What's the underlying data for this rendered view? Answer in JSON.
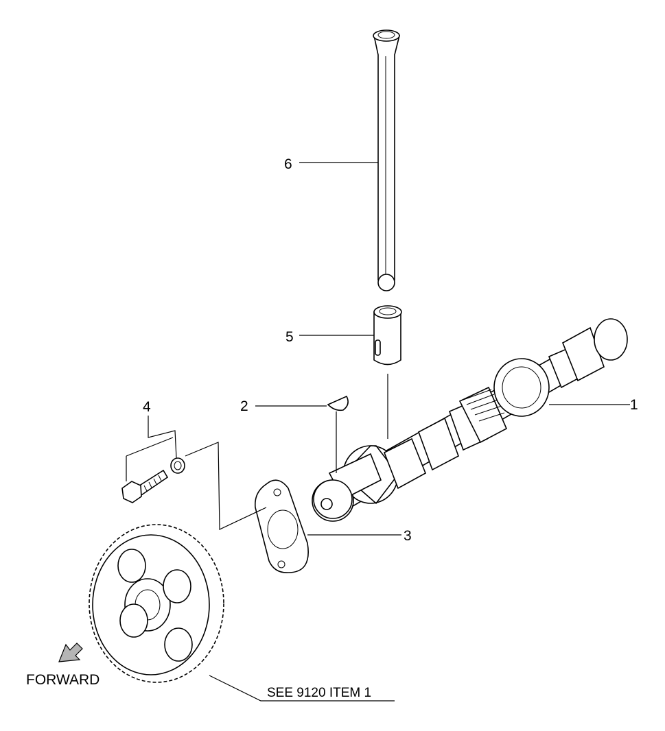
{
  "diagram": {
    "callouts": [
      "1",
      "2",
      "3",
      "4",
      "5",
      "6"
    ],
    "forward_label": "FORWARD",
    "reference_note": "SEE 9120 ITEM 1"
  },
  "colors": {
    "line": "#000000",
    "background": "#ffffff",
    "shade": "#b5b5b5"
  },
  "icons": {
    "forward_arrow": "forward-arrow-icon"
  }
}
